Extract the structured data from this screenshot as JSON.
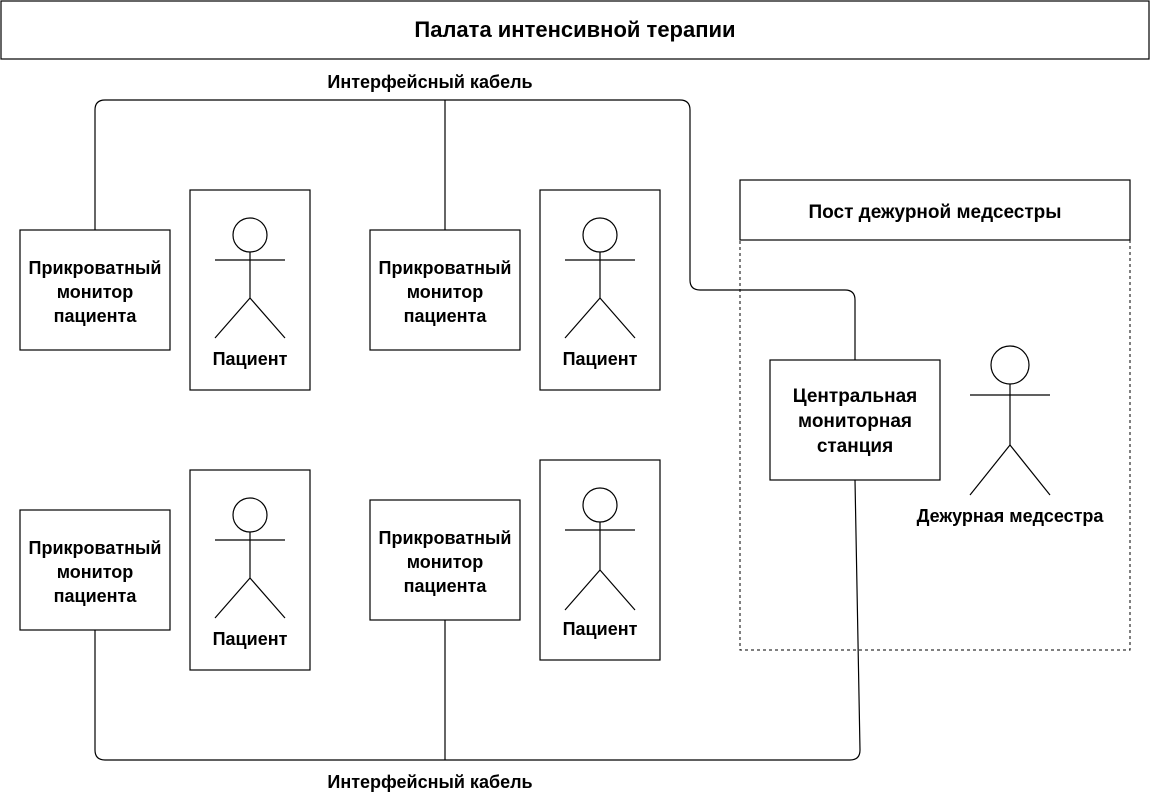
{
  "header": {
    "title": "Палата интенсивной терапии"
  },
  "cables": {
    "top_label": "Интерфейсный кабель",
    "bottom_label": "Интерфейсный кабель"
  },
  "bed_units": [
    {
      "monitor_line1": "Прикроватный",
      "monitor_line2": "монитор",
      "monitor_line3": "пациента",
      "patient_label": "Пациент"
    },
    {
      "monitor_line1": "Прикроватный",
      "monitor_line2": "монитор",
      "monitor_line3": "пациента",
      "patient_label": "Пациент"
    },
    {
      "monitor_line1": "Прикроватный",
      "monitor_line2": "монитор",
      "monitor_line3": "пациента",
      "patient_label": "Пациент"
    },
    {
      "monitor_line1": "Прикроватный",
      "monitor_line2": "монитор",
      "monitor_line3": "пациента",
      "patient_label": "Пациент"
    }
  ],
  "nurse_station": {
    "title": "Пост дежурной медсестры",
    "central_line1": "Центральная",
    "central_line2": "мониторная",
    "central_line3": "станция",
    "nurse_label": "Дежурная медсестра"
  }
}
